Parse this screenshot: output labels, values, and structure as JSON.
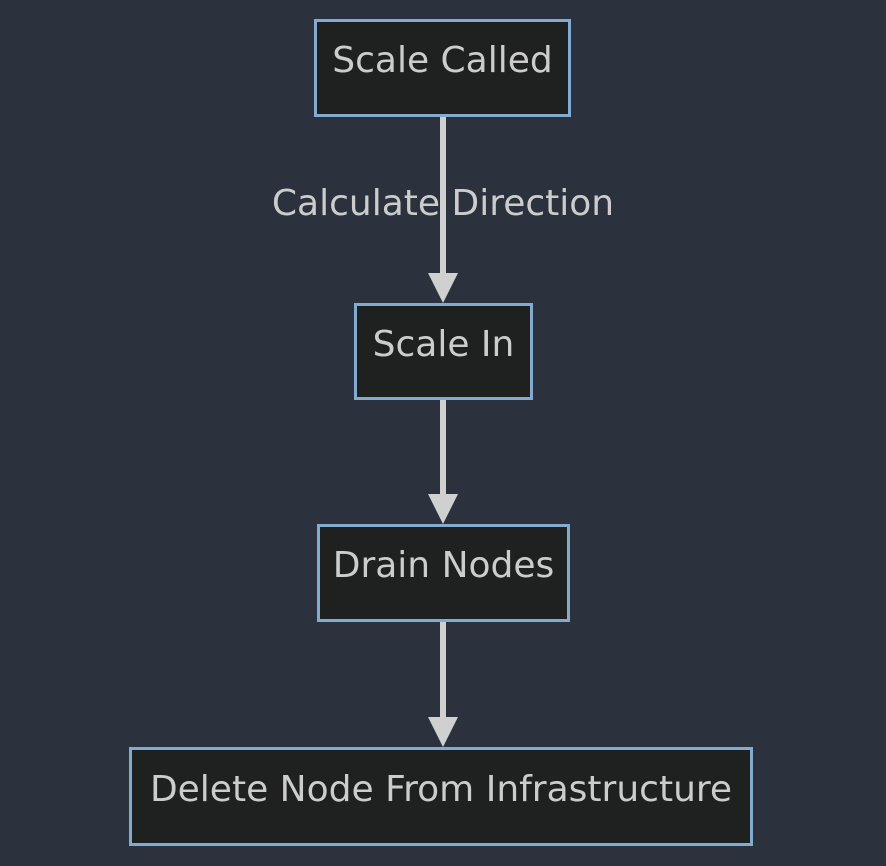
{
  "diagram": {
    "type": "flowchart",
    "direction": "top-down",
    "nodes": [
      {
        "label": "Scale Called"
      },
      {
        "label": "Scale In"
      },
      {
        "label": "Drain Nodes"
      },
      {
        "label": "Delete Node From Infrastructure"
      }
    ],
    "edges": [
      {
        "from": "Scale Called",
        "to": "Scale In",
        "label": "Calculate Direction"
      },
      {
        "from": "Scale In",
        "to": "Drain Nodes",
        "label": ""
      },
      {
        "from": "Drain Nodes",
        "to": "Delete Node From Infrastructure",
        "label": ""
      }
    ]
  },
  "theme": {
    "background": "#2b313d",
    "node_fill": "#1f2020",
    "node_border": "#83abd0",
    "node_text": "#cccccc",
    "edge_line": "#d0d0d0",
    "edge_label_text": "#cccccc"
  }
}
